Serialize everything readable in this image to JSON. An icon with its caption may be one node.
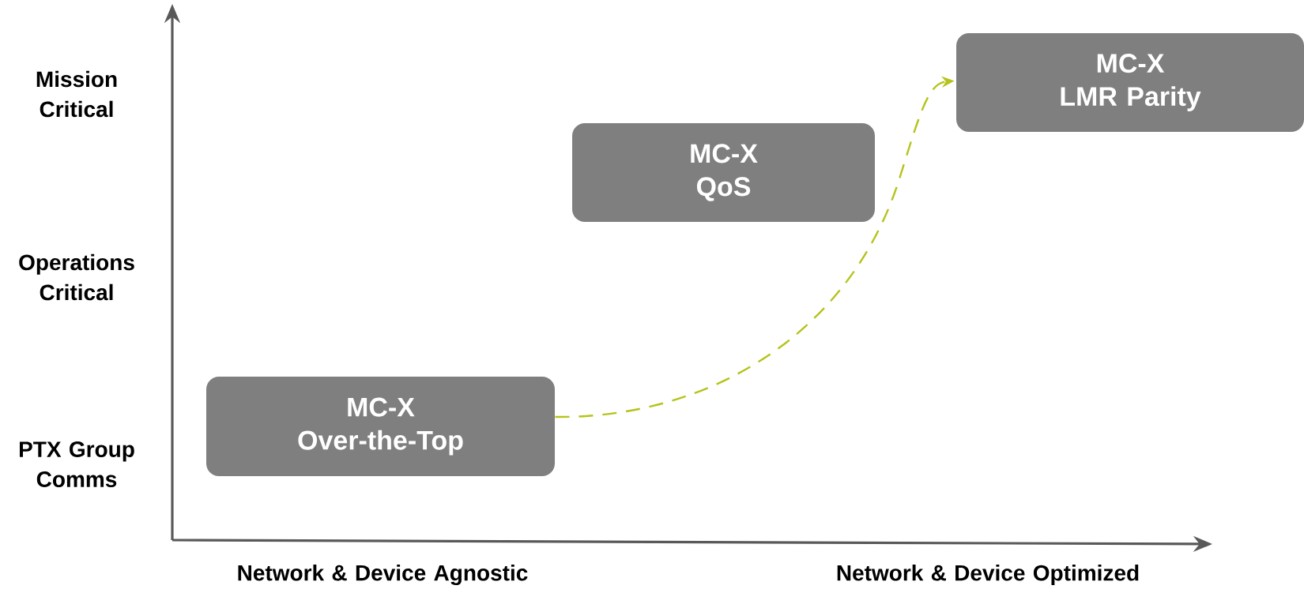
{
  "diagram": {
    "nodes": [
      {
        "text": [
          "MC-X Over-the-Top"
        ]
      },
      {
        "text": [
          "MC-X QoS"
        ]
      },
      {
        "text": [
          "MC-X LMR Parity"
        ]
      }
    ],
    "edges": [
      {
        "from": 0,
        "to": 2,
        "arrow": "to",
        "style": "dashed",
        "color": "#b5c31a"
      }
    ],
    "labels": [
      "Mission Critical",
      "Operations Critical",
      "PTX Group Comms",
      "Network & Device Agnostic",
      "Network & Device Optimized"
    ]
  }
}
